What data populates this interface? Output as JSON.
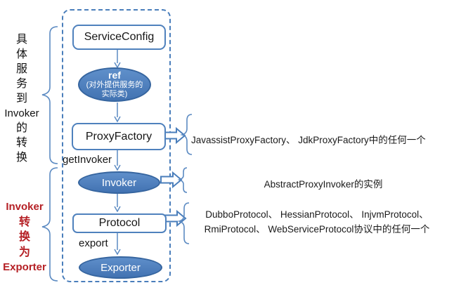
{
  "diagram": {
    "nodes": {
      "service_config": "ServiceConfig",
      "ref_main": "ref",
      "ref_note": "(对外提供服务的实际类)",
      "proxy_factory": "ProxyFactory",
      "invoker": "Invoker",
      "protocol": "Protocol",
      "exporter": "Exporter"
    },
    "edge_labels": {
      "get_invoker": "getInvoker",
      "export": "export"
    },
    "left_top": {
      "chars": [
        "具",
        "体",
        "服",
        "务",
        "到"
      ],
      "word": "Invoker",
      "chars2": [
        "的",
        "转",
        "换"
      ]
    },
    "left_bottom": {
      "word1": "Invoker",
      "chars": [
        "转",
        "换",
        "为"
      ],
      "word2": "Exporter"
    },
    "right_notes": {
      "proxy_factory": "JavassistProxyFactory、 JdkProxyFactory中的任何一个",
      "invoker": "AbstractProxyInvoker的实例",
      "protocol_line1": "DubboProtocol、 HessianProtocol、 InjvmProtocol、",
      "protocol_line2": "RmiProtocol、 WebServiceProtocol协议中的任何一个"
    },
    "colors": {
      "accent_blue": "#4f81bd",
      "node_fill_blue": "#4a7cbe",
      "dash_blue": "#4a7ebb",
      "label_red": "#b52025"
    }
  }
}
